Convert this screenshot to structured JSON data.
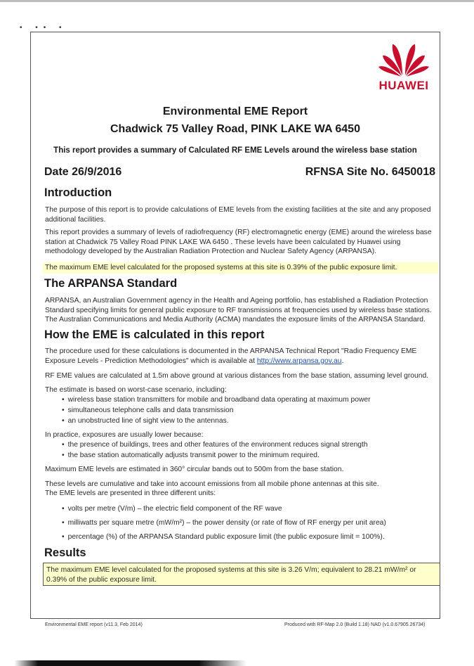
{
  "header": {
    "brand": "HUAWEI",
    "title_line1": "Environmental EME Report",
    "title_line2": "Chadwick 75 Valley Road, PINK LAKE WA 6450",
    "summary": "This report provides a summary of Calculated RF EME Levels around the wireless base station",
    "date": "Date 26/9/2016",
    "site_no": "RFNSA Site No. 6450018",
    "colors": {
      "brand_red": "#c8102e",
      "highlight": "#ffffcc"
    }
  },
  "introduction": {
    "heading": "Introduction",
    "p1": "The purpose of this report is to provide calculations of EME levels from the existing facilities at the site and any proposed additional facilities.",
    "p2": "This report provides a summary of levels of radiofrequency (RF) electromagnetic energy (EME) around the wireless base station at Chadwick 75 Valley Road PINK LAKE WA 6450 . These levels have been calculated by Huawei using methodology developed by the Australian Radiation Protection and Nuclear Safety Agency (ARPANSA).",
    "highlight": "The maximum EME level calculated for the proposed systems at this site is 0.39% of the public exposure limit."
  },
  "arpansa": {
    "heading": "The ARPANSA Standard",
    "p1": "ARPANSA, an Australian Government agency in the Health and Ageing portfolio, has established a Radiation Protection Standard specifying limits for general public exposure to RF transmissions at frequencies used by wireless base stations. The Australian Communications and Media Authority (ACMA) mandates the exposure limits of the ARPANSA Standard."
  },
  "calculation": {
    "heading": "How the EME is calculated in this report",
    "p1": "The procedure used for these calculations is documented in the ARPANSA Technical Report \"Radio Frequency EME Exposure Levels - Prediction Methodologies\" which is available at",
    "link": "http://www.arpansa.gov.au",
    "p1_end": ".",
    "p2": "RF EME values are calculated at 1.5m above ground at various distances from the base station, assuming level ground.",
    "p3": "The estimate is based on worst-case scenario, including:",
    "worst_case": [
      "wireless base station transmitters for mobile and broadband data operating at maximum power",
      "simultaneous telephone calls and data transmission",
      "an unobstructed line of sight view to the antennas."
    ],
    "p4": "In practice, exposures are usually lower because:",
    "lower": [
      "the presence of buildings, trees and other features of the environment reduces signal strength",
      "the base station automatically adjusts transmit power to the minimum required."
    ],
    "p5": "Maximum EME levels are estimated in 360° circular bands out to 500m from the base station.",
    "p6a": "These levels are cumulative and take into account emissions from all mobile phone antennas at this site.",
    "p6b": "The EME levels are presented in three different units:",
    "units": [
      "volts per metre (V/m) – the electric field component of the RF wave",
      "milliwatts per square metre (mW/m²) – the power density (or rate of flow of RF energy per unit area)",
      "percentage (%) of the ARPANSA Standard public exposure limit (the public exposure limit = 100%)."
    ]
  },
  "results": {
    "heading": "Results",
    "text": "The maximum EME level calculated for the proposed systems at this site is 3.26 V/m; equivalent to 28.21 mW/m² or 0.39% of the public exposure limit."
  },
  "footer": {
    "left": "Environmental EME report (v11.3, Feb 2014)",
    "right": "Produced with RF-Map 2.0 (Build 1.18) NAD (v1.0.67905.26734)"
  }
}
